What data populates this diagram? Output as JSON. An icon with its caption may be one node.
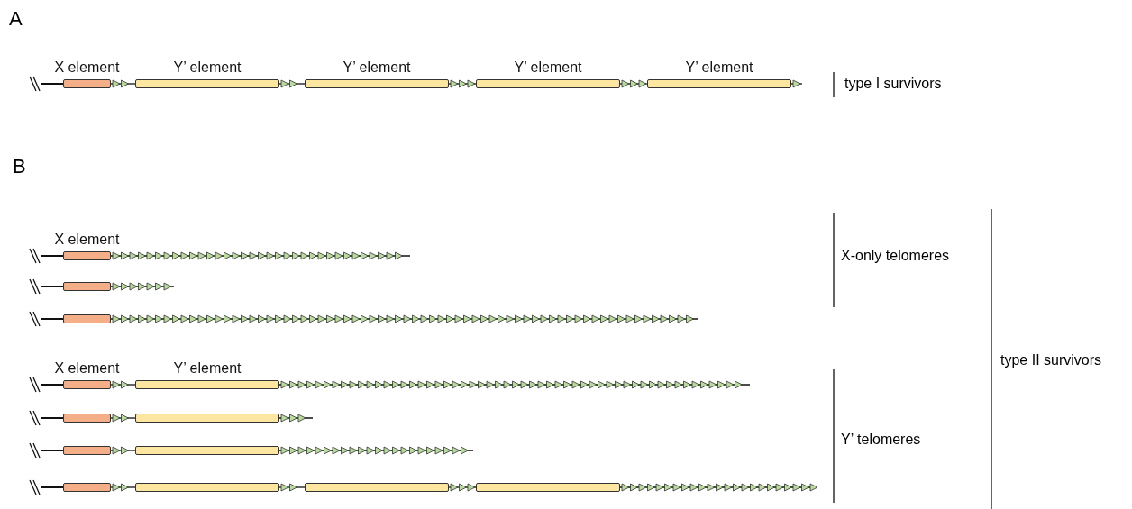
{
  "diagram": {
    "nodes": [
      {
        "text": [
          "X element"
        ]
      },
      {
        "text": [
          "Y’ element"
        ]
      },
      {
        "text": [
          "Y’ element"
        ]
      },
      {
        "text": [
          "Y’ element"
        ]
      },
      {
        "text": [
          "Y’ element"
        ]
      },
      {
        "text": [
          "X element"
        ]
      },
      {
        "text": [],
        "shape": "box"
      },
      {
        "text": [],
        "shape": "box"
      },
      {
        "text": [
          "X element"
        ]
      },
      {
        "text": [
          "Y’ element"
        ]
      },
      {
        "text": [],
        "shape": "box"
      },
      {
        "text": [],
        "shape": "box"
      },
      {
        "text": [],
        "shape": "box"
      },
      {
        "text": [],
        "shape": "box"
      },
      {
        "text": [],
        "shape": "box"
      },
      {
        "text": [],
        "shape": "box"
      },
      {
        "text": [],
        "shape": "box"
      },
      {
        "text": [],
        "shape": "box"
      }
    ],
    "edges": [
      {
        "from": 0,
        "to": 1,
        "arrow": "to"
      },
      {
        "from": 1,
        "to": 2,
        "arrow": "to"
      },
      {
        "from": 2,
        "to": 3,
        "arrow": "to"
      },
      {
        "from": 3,
        "to": 4,
        "arrow": "to"
      },
      {
        "from": 8,
        "to": 9,
        "arrow": "to"
      },
      {
        "from": 10,
        "to": 11,
        "arrow": "to"
      },
      {
        "from": 12,
        "to": 13,
        "arrow": "to"
      },
      {
        "from": 14,
        "to": 15,
        "arrow": "to"
      },
      {
        "from": 15,
        "to": 16,
        "arrow": "to"
      },
      {
        "from": 16,
        "to": 17,
        "arrow": "to"
      }
    ],
    "labels": [
      "A",
      "type I survivors",
      "B",
      "X-only telomeres",
      "type II survivors",
      "Y’ telomeres"
    ]
  }
}
